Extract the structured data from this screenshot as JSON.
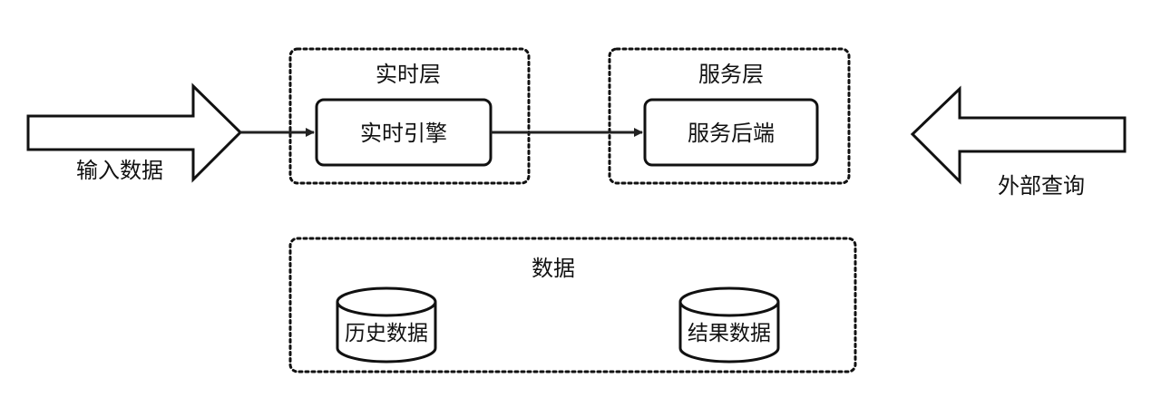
{
  "colors": {
    "stroke": "#111111",
    "background": "#ffffff",
    "connector": "#222222"
  },
  "inputs": {
    "input_data_label": "输入数据",
    "external_query_label": "外部查询"
  },
  "realtime_layer": {
    "title": "实时层",
    "engine_label": "实时引擎"
  },
  "service_layer": {
    "title": "服务层",
    "backend_label": "服务后端"
  },
  "data_layer": {
    "title": "数据",
    "historical_db_label": "历史数据",
    "result_db_label": "结果数据"
  },
  "icons": {
    "input_arrow": "block-arrow-right-icon",
    "query_arrow": "block-arrow-left-icon",
    "databases": "database-cylinder-icon"
  }
}
